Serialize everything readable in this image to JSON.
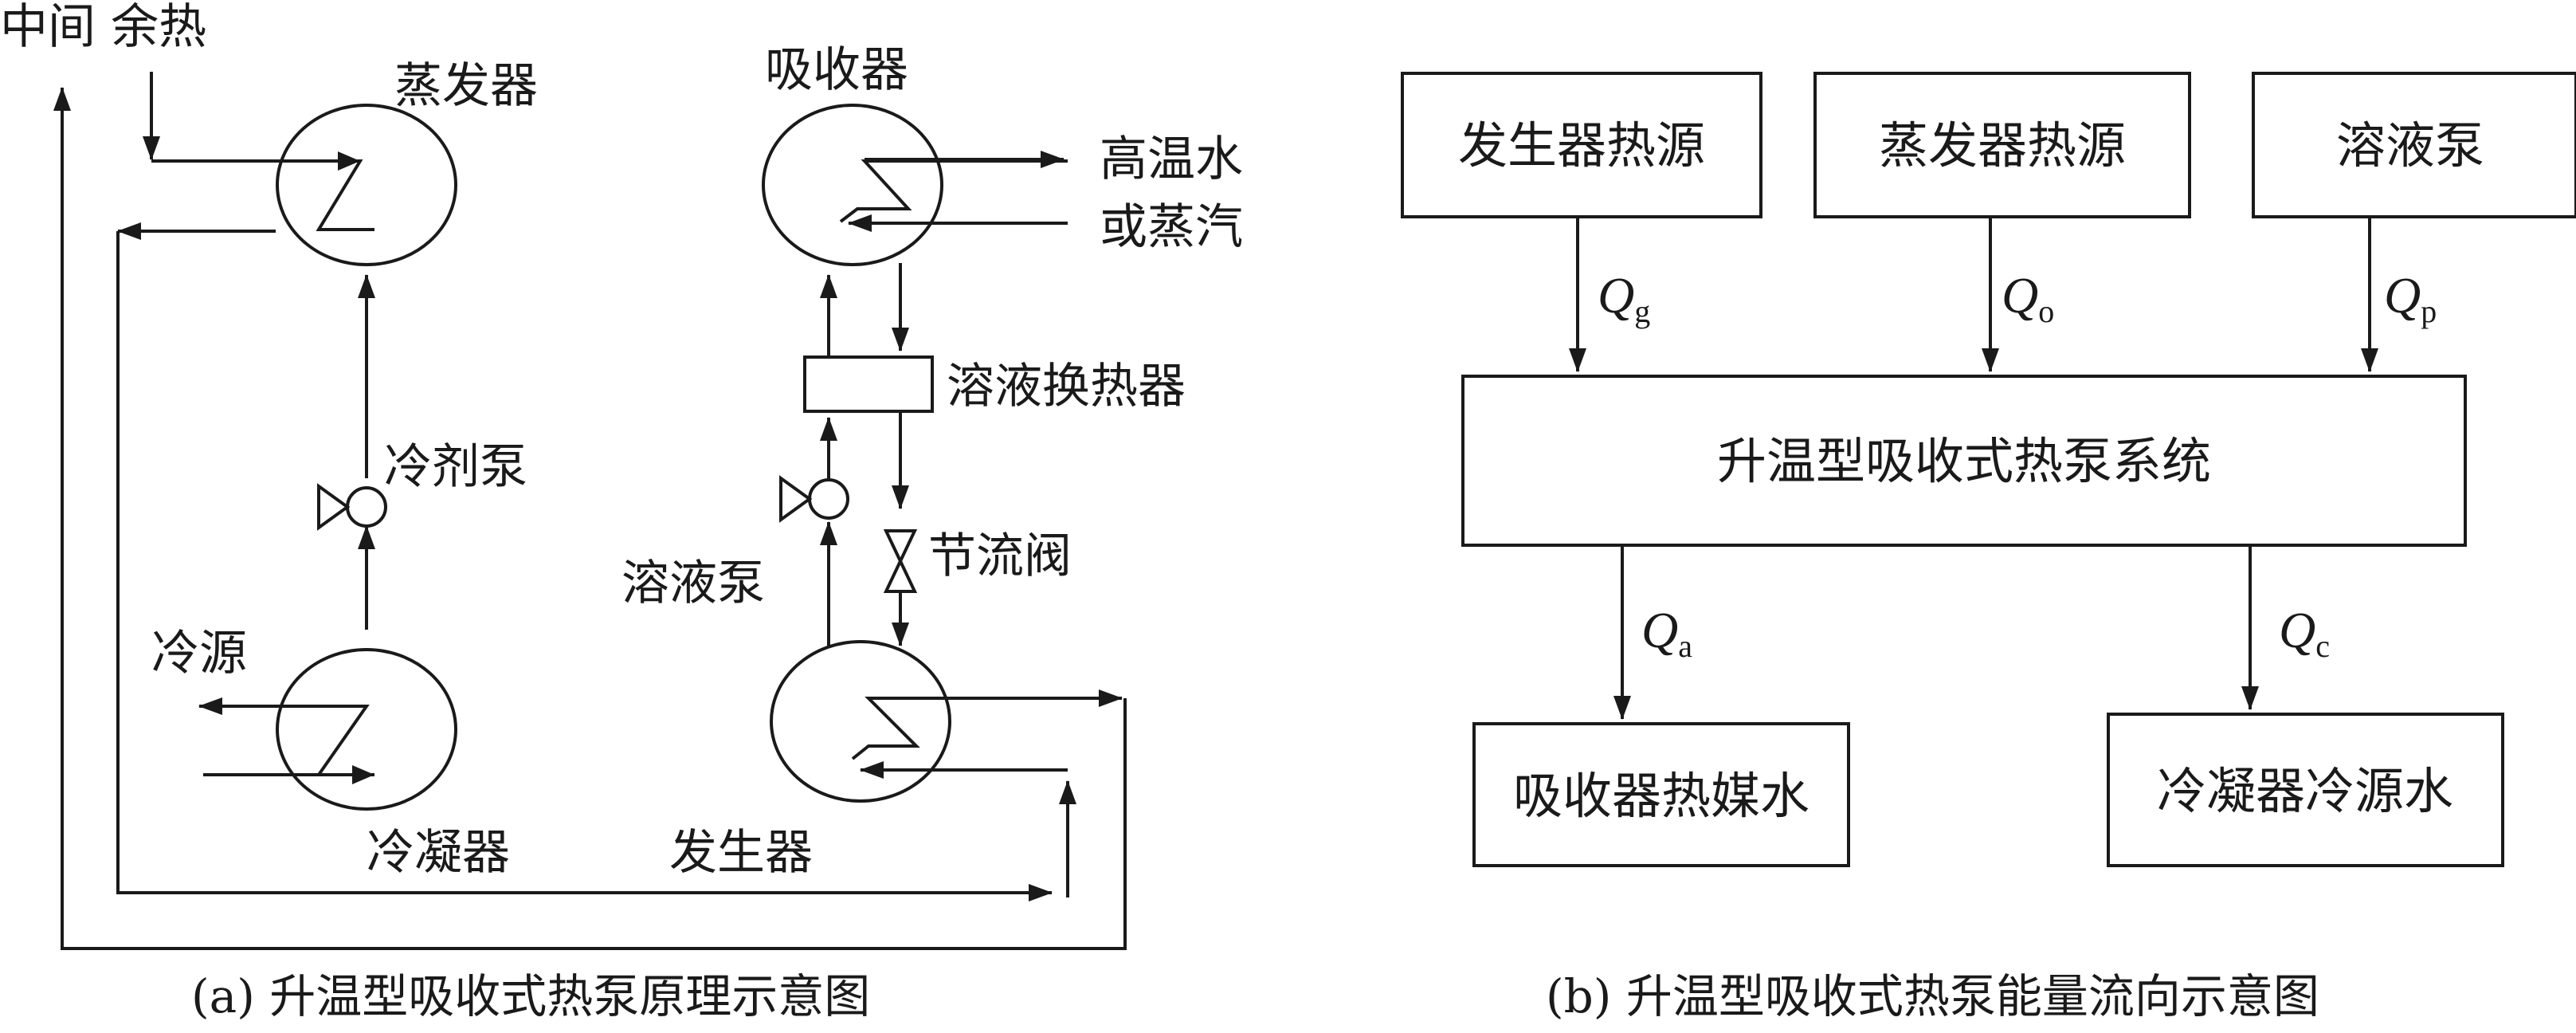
{
  "left": {
    "labels": {
      "waste_heat": "中间 余热",
      "evaporator": "蒸发器",
      "absorber": "吸收器",
      "high_temp_water": "高温水",
      "or_steam": "或蒸汽",
      "solution_hx": "溶液换热器",
      "refrigerant_pump": "冷剂泵",
      "solution_pump": "溶液泵",
      "throttle_valve": "节流阀",
      "cold_source": "冷源",
      "condenser": "冷凝器",
      "generator": "发生器"
    },
    "caption": "(a) 升温型吸收式热泵原理示意图"
  },
  "right": {
    "boxes": {
      "gen_heat": "发生器热源",
      "evap_heat": "蒸发器热源",
      "sol_pump": "溶液泵",
      "system": "升温型吸收式热泵系统",
      "abs_water": "吸收器热媒水",
      "cond_water": "冷凝器冷源水"
    },
    "flows": {
      "qg": {
        "q": "Q",
        "sub": "g"
      },
      "qo": {
        "q": "Q",
        "sub": "o"
      },
      "qp": {
        "q": "Q",
        "sub": "p"
      },
      "qa": {
        "q": "Q",
        "sub": "a"
      },
      "qc": {
        "q": "Q",
        "sub": "c"
      }
    },
    "caption": "(b) 升温型吸收式热泵能量流向示意图"
  }
}
